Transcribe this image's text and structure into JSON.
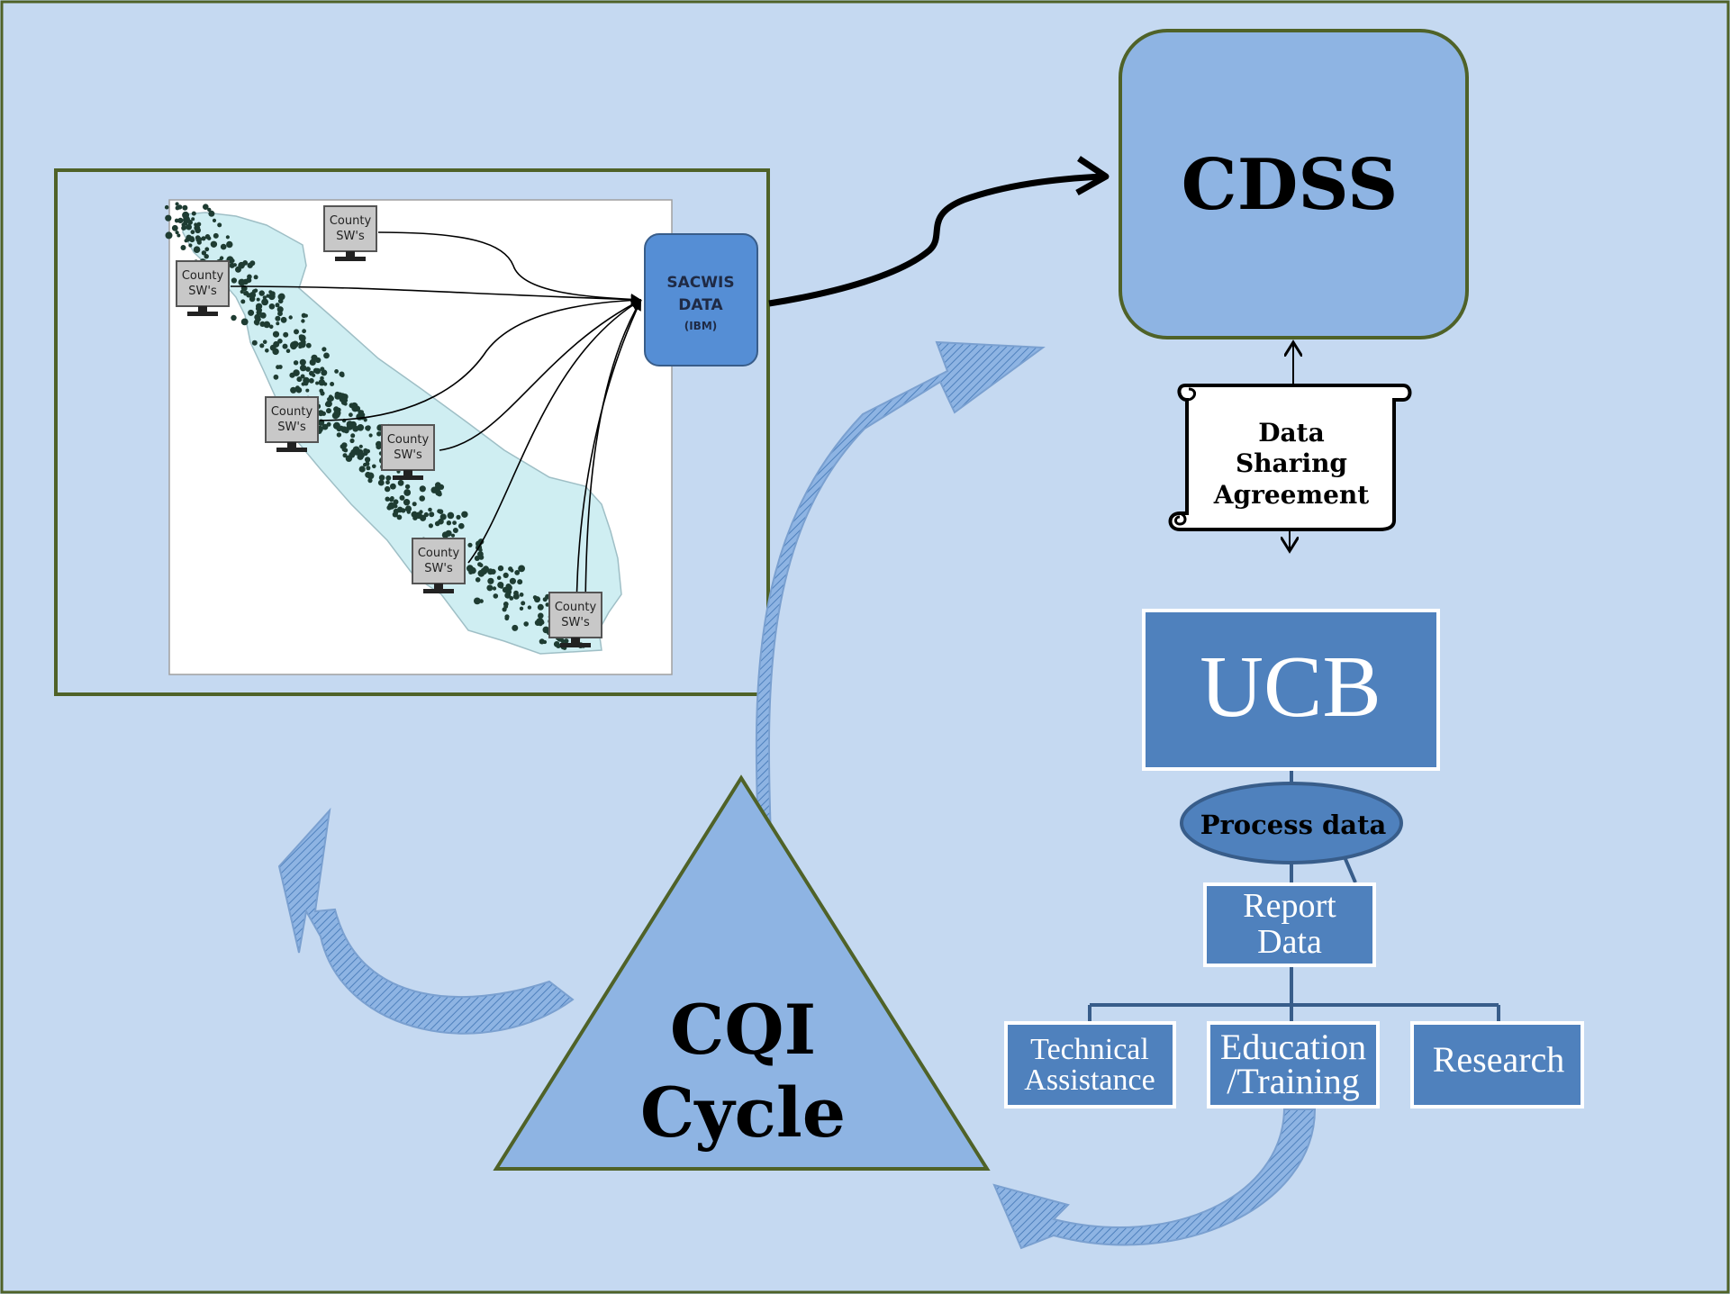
{
  "map_panel": {
    "county_label_line1": "County",
    "county_label_line2": "SW's",
    "sacwis": {
      "line1": "SACWIS",
      "line2": "DATA",
      "line3": "(IBM)"
    }
  },
  "cdss": {
    "label": "CDSS"
  },
  "agreement": {
    "line1": "Data",
    "line2": "Sharing",
    "line3": "Agreement"
  },
  "ucb": {
    "label": "UCB"
  },
  "process": {
    "label": "Process data"
  },
  "report": {
    "line1": "Report",
    "line2": "Data"
  },
  "outputs": {
    "technical_line1": "Technical",
    "technical_line2": "Assistance",
    "education_line1": "Education",
    "education_line2": "/Training",
    "research": "Research"
  },
  "cqi": {
    "line1": "CQI",
    "line2": "Cycle"
  },
  "colors": {
    "background": "#c5d9f1",
    "border_green": "#4f6228",
    "box_blue": "#8eb4e3",
    "ucb_blue": "#4f81bd",
    "sacwis_blue": "#558ed5",
    "map_fill": "#cfeef2",
    "dots": "#1e3c32"
  }
}
